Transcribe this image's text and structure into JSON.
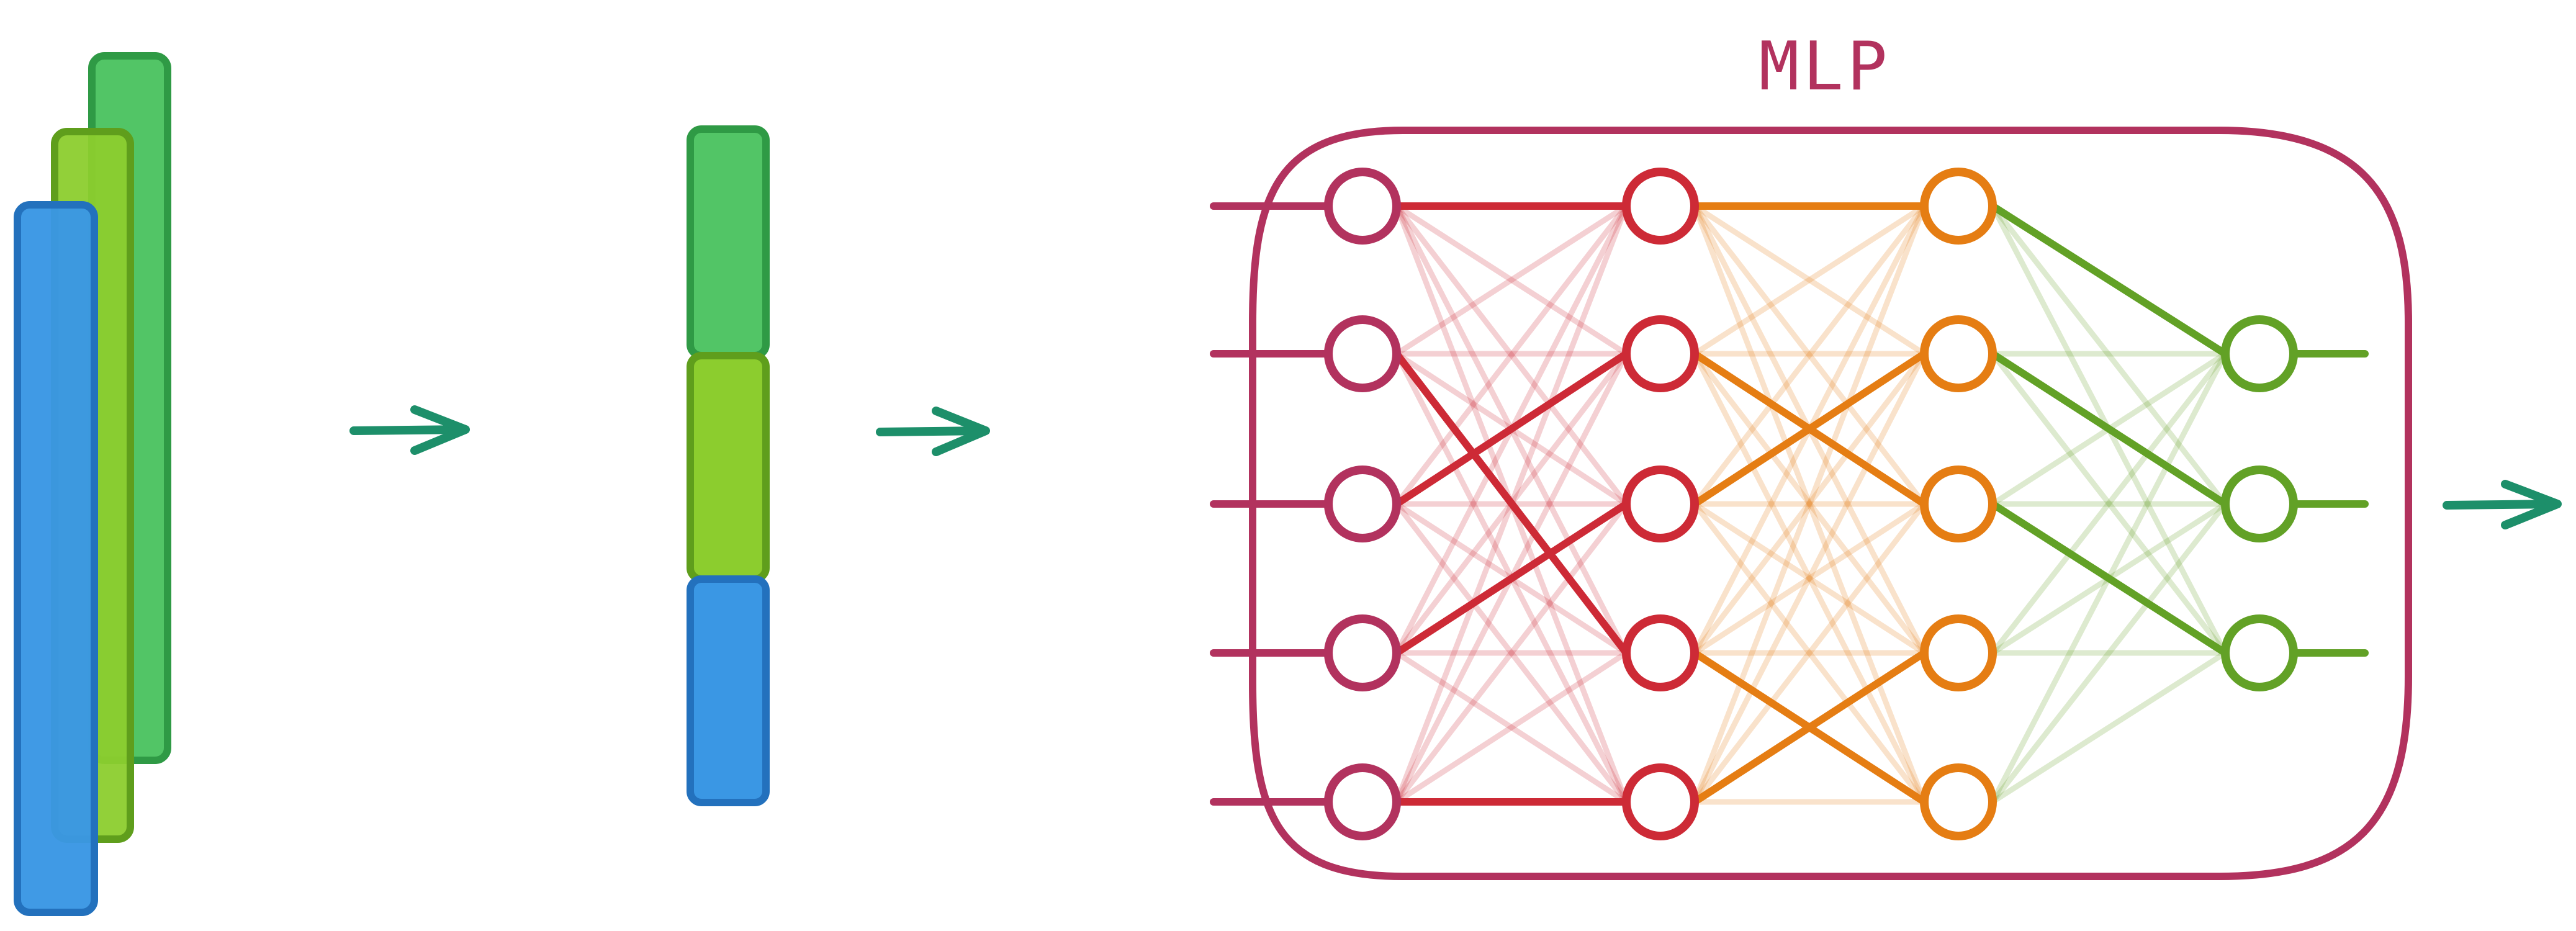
{
  "diagram": {
    "title": "MLP",
    "colors": {
      "vec_blue": "#3a97e4",
      "vec_blue_edge": "#2371bd",
      "vec_lime": "#8ccd2e",
      "vec_lime_edge": "#5f9e1c",
      "vec_green": "#52c566",
      "vec_green_edge": "#2f9a45",
      "flow_arrow": "#1d8f6a",
      "mlp_frame": "#b2325e",
      "input_nodes": "#b2325e",
      "hidden1": "#cd2a36",
      "hidden2": "#e57d13",
      "output_nodes": "#62a126"
    },
    "input_vectors": [
      {
        "name": "vector-green",
        "color": "green"
      },
      {
        "name": "vector-lime",
        "color": "lime"
      },
      {
        "name": "vector-blue",
        "color": "blue"
      }
    ],
    "concatenated_segments": [
      "green",
      "lime",
      "blue"
    ],
    "mlp_layers": [
      {
        "name": "input",
        "nodes": 5,
        "color": "input_nodes"
      },
      {
        "name": "hidden-1",
        "nodes": 5,
        "color": "hidden1"
      },
      {
        "name": "hidden-2",
        "nodes": 5,
        "color": "hidden2"
      },
      {
        "name": "output",
        "nodes": 3,
        "color": "output_nodes"
      }
    ],
    "arrows": [
      "arrow-stack-to-concat",
      "arrow-concat-to-mlp",
      "arrow-mlp-output"
    ]
  }
}
